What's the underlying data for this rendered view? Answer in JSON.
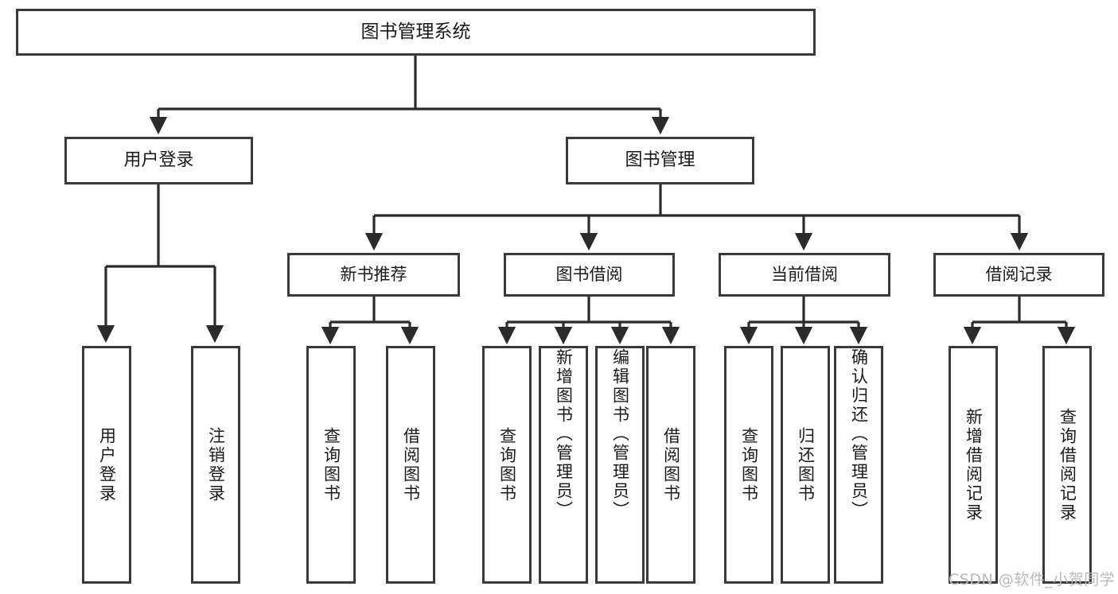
{
  "diagram": {
    "title": "图书管理系统",
    "type": "hierarchy-tree",
    "colors": {
      "box_border": "#3a3a3a",
      "box_fill": "#ffffff",
      "edge": "#2b2b2b",
      "text": "#1a1a1a",
      "watermark": "#b9b9b9"
    },
    "root": {
      "label": "图书管理系统"
    },
    "level2": [
      {
        "label": "用户登录"
      },
      {
        "label": "图书管理"
      }
    ],
    "level3": [
      {
        "label": "新书推荐"
      },
      {
        "label": "图书借阅"
      },
      {
        "label": "当前借阅"
      },
      {
        "label": "借阅记录"
      }
    ],
    "leaves": {
      "user_login": [
        {
          "label": "用户登录"
        },
        {
          "label": "注销登录"
        }
      ],
      "new_book_recommend": [
        {
          "label": "查询图书"
        },
        {
          "label": "借阅图书"
        }
      ],
      "book_borrow": [
        {
          "label": "查询图书"
        },
        {
          "label": "新增图书（管理员）"
        },
        {
          "label": "编辑图书（管理员）"
        },
        {
          "label": "借阅图书"
        }
      ],
      "current_borrow": [
        {
          "label": "查询图书"
        },
        {
          "label": "归还图书"
        },
        {
          "label": "确认归还（管理员）"
        }
      ],
      "borrow_record": [
        {
          "label": "新增借阅记录"
        },
        {
          "label": "查询借阅记录"
        }
      ]
    }
  },
  "watermark": {
    "text": "CSDN @软件_小贺同学"
  }
}
